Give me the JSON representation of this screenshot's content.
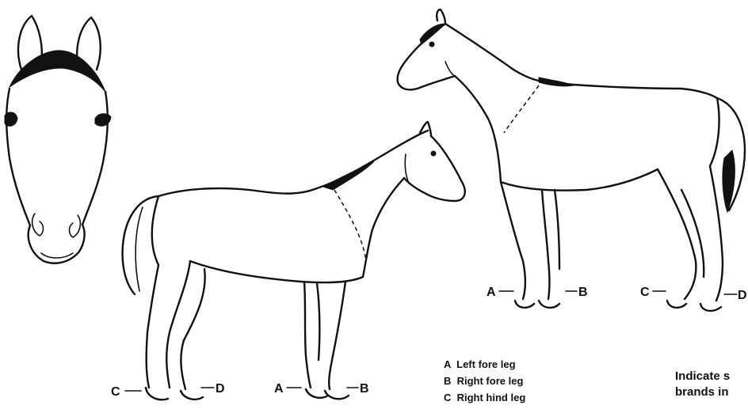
{
  "legend": {
    "a": "A  Left fore leg",
    "b": "B  Right fore leg",
    "c": "C  Right hind leg"
  },
  "note": {
    "line1": "Indicate s",
    "line2": "brands in"
  },
  "left_side_view": {
    "label_c": "C",
    "label_d": "D",
    "label_a": "A",
    "label_b": "B"
  },
  "right_side_view": {
    "label_a": "A",
    "label_b": "B",
    "label_c": "C",
    "label_d": "D"
  }
}
